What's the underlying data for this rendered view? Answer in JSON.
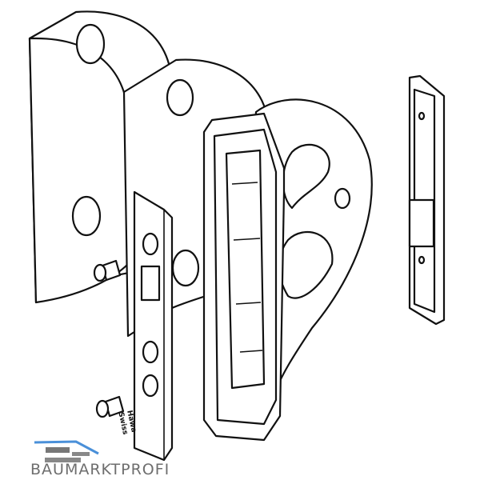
{
  "logo": {
    "text": "BAUMARKTPROFI",
    "accent_color": "#4a90d9",
    "text_color": "#6e6e6e"
  },
  "engraving": {
    "line1": "Hawa",
    "line2": "Swiss"
  }
}
